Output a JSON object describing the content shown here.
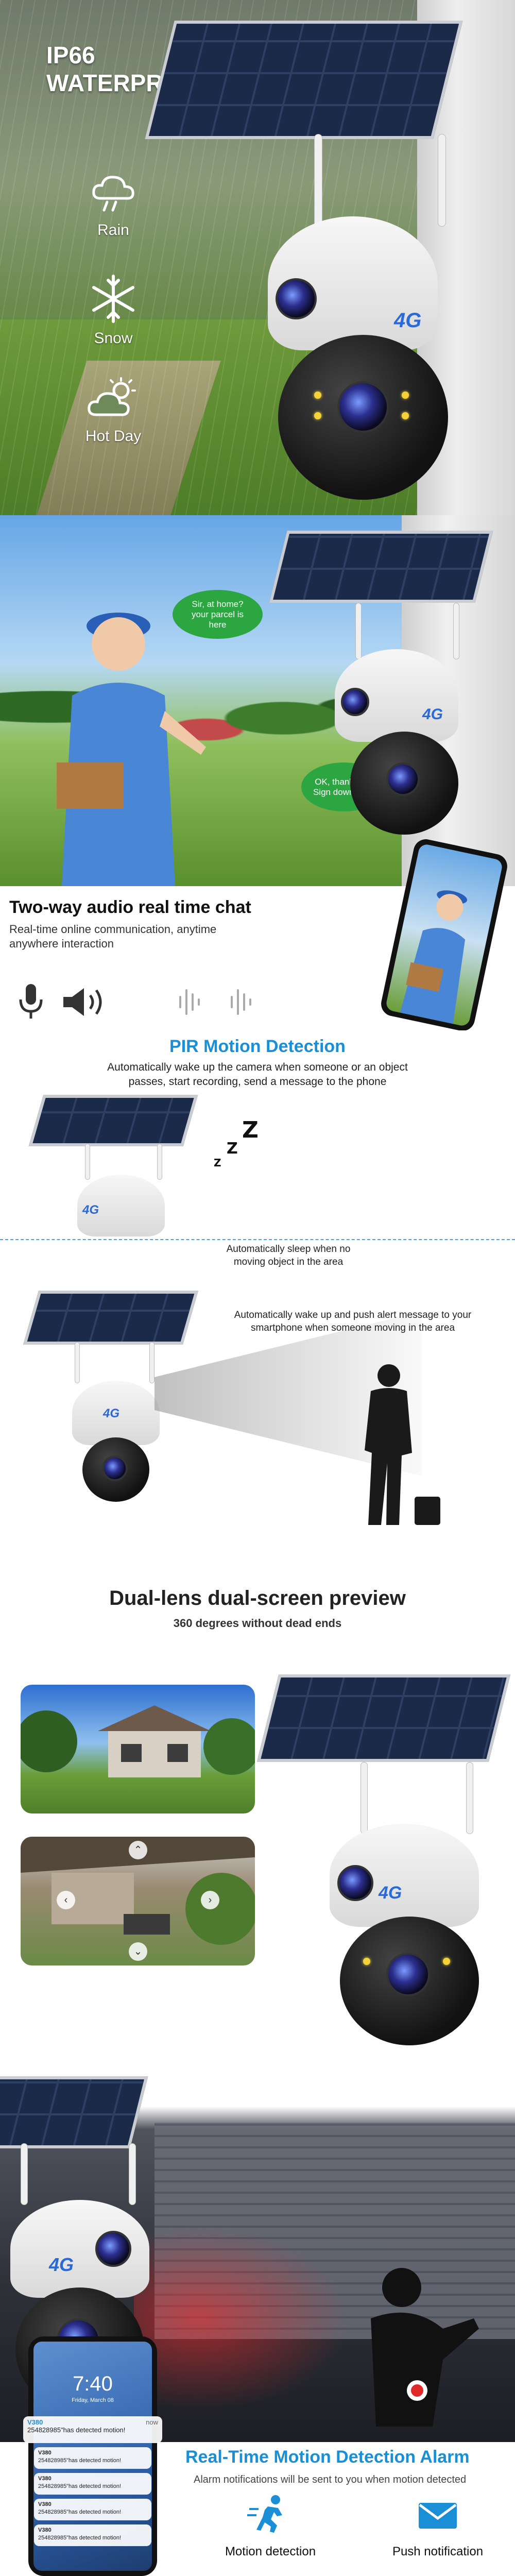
{
  "section1": {
    "title_line1": "IP66",
    "title_line2": "WATERPROOF",
    "weather": [
      {
        "label": "Rain",
        "icon": "rain-cloud-icon"
      },
      {
        "label": "Snow",
        "icon": "snowflake-icon"
      },
      {
        "label": "Hot Day",
        "icon": "sun-cloud-icon"
      }
    ],
    "badge": "4G"
  },
  "section2": {
    "bubble_top": "Sir, at home? your parcel is here",
    "bubble_bottom": "OK, thank you, Sign down now.",
    "title": "Two-way audio  real time chat",
    "subtitle_line1": "Real-time online communication, anytime",
    "subtitle_line2": "anywhere interaction",
    "badge": "4G"
  },
  "section3": {
    "title": "PIR Motion Detection",
    "desc_line1": "Automatically wake up the camera when someone or an object",
    "desc_line2": "passes, start recording, send a message to the phone",
    "sleep_line1": "Automatically sleep when no",
    "sleep_line2": "moving object in the area",
    "wake_line1": "Automatically wake up and push alert message to your",
    "wake_line2": "smartphone when someone moving in the area",
    "zzz": [
      "Z",
      "Z",
      "Z"
    ],
    "badge": "4G"
  },
  "section4": {
    "title": "Dual-lens dual-screen preview",
    "subtitle": "360 degrees without dead ends",
    "badge": "4G"
  },
  "section5": {
    "badge": "4G",
    "phone_time": "7:40",
    "phone_date": "Friday, March 08",
    "notif_app": "V380",
    "notif_now": "now",
    "notif_text": "254828985\"has detected motion!",
    "title": "Real-Time Motion Detection Alarm",
    "subtitle": "Alarm notifications will be sent to you when motion detected",
    "features": [
      {
        "label": "Motion detection",
        "icon": "running-person-icon"
      },
      {
        "label": "Push notification",
        "icon": "envelope-icon"
      }
    ]
  },
  "colors": {
    "accent_blue": "#1a8fd6",
    "bubble_green": "#2ba641",
    "led_yellow": "#f5d23a"
  }
}
